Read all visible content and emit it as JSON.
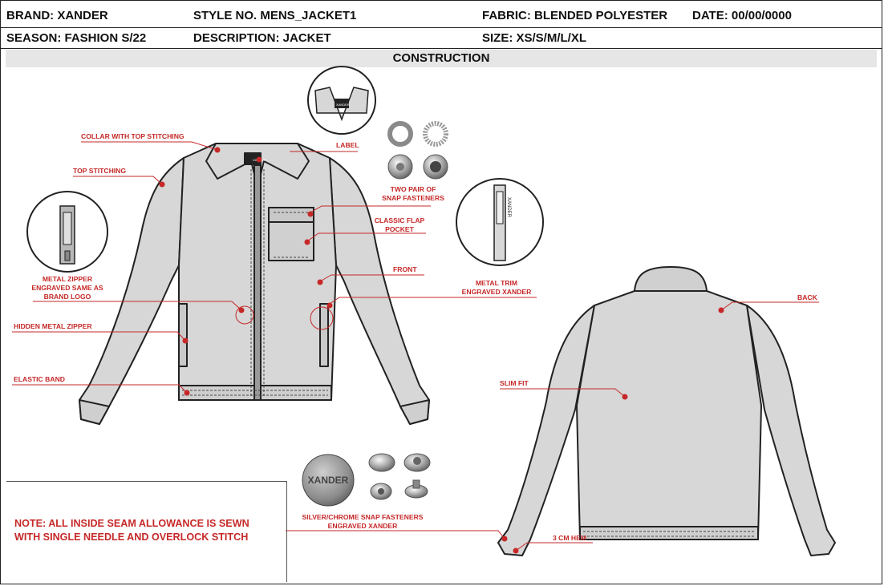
{
  "header": {
    "brand": "BRAND: XANDER",
    "style_no": "STYLE NO. MENS_JACKET1",
    "fabric": "FABRIC: BLENDED POLYESTER",
    "date": "DATE: 00/00/0000",
    "season": "SEASON: FASHION S/22",
    "description": "DESCRIPTION: JACKET",
    "size": "SIZE: XS/S/M/L/XL"
  },
  "section_title": "CONSTRUCTION",
  "callouts": {
    "collar": "COLLAR WITH TOP STITCHING",
    "top_stitching": "TOP STITCHING",
    "label": "LABEL",
    "snap_pair_1": "TWO PAIR OF",
    "snap_pair_2": "SNAP FASTENERS",
    "flap_pocket_1": "CLASSIC FLAP",
    "flap_pocket_2": "POCKET",
    "front": "FRONT",
    "metal_zipper_1": "METAL ZIPPER",
    "metal_zipper_2": "ENGRAVED SAME AS",
    "metal_zipper_3": "BRAND LOGO",
    "metal_trim_1": "METAL TRIM",
    "metal_trim_2": "ENGRAVED XANDER",
    "hidden_zipper": "HIDDEN METAL ZIPPER",
    "elastic_band": "ELASTIC BAND",
    "back": "BACK",
    "slim_fit": "SLIM FIT",
    "chrome_snap_1": "SILVER/CHROME SNAP FASTENERS",
    "chrome_snap_2": "ENGRAVED XANDER",
    "hem": "3 CM HEM"
  },
  "artwork_text": {
    "label_tag": "XANDER",
    "button_logo": "XANDER",
    "trim_text": "XANDER"
  },
  "note": {
    "line1": "NOTE: ALL INSIDE SEAM ALLOWANCE IS SEWN",
    "line2": "WITH SINGLE NEEDLE AND OVERLOCK STITCH"
  },
  "colors": {
    "accent": "#c62828",
    "garment_fill": "#d7d7d7",
    "outline": "#222222",
    "band": "#e6e6e6"
  }
}
